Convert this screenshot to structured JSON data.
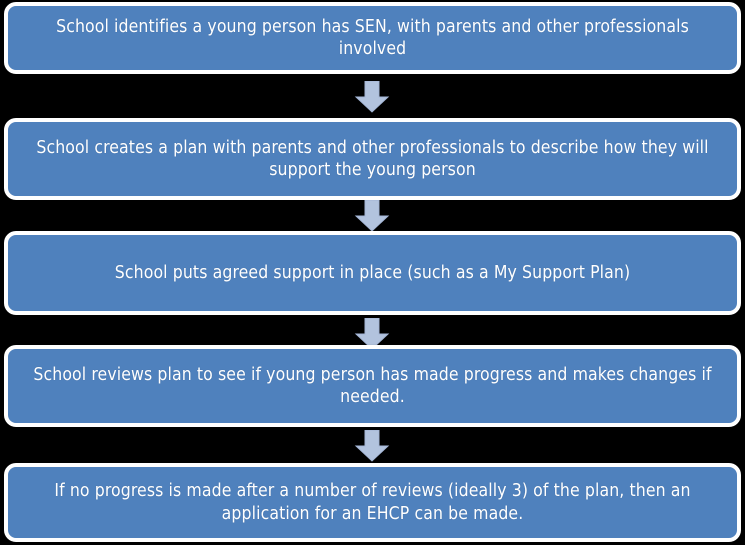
{
  "diagram": {
    "title": "SEN support process flowchart",
    "type": "flowchart",
    "orientation": "top-to-bottom",
    "colors": {
      "box_fill": "#4F81BD",
      "box_border": "#FFFFFF",
      "box_text": "#FFFFFF",
      "arrow_fill": "#B2C3DE",
      "arrow_border": "#9BAFD0",
      "background": "#000000"
    },
    "steps": [
      {
        "id": "step-identify-sen",
        "label": "School identifies a young person has SEN, with parents and other professionals involved"
      },
      {
        "id": "step-create-plan",
        "label": "School creates a plan with parents and other professionals to describe how they will support the young person"
      },
      {
        "id": "step-put-support-in-place",
        "label": "School puts agreed support in place (such as a My Support Plan)"
      },
      {
        "id": "step-review-plan",
        "label": "School reviews plan to see if young person has made progress and makes changes if needed."
      },
      {
        "id": "step-apply-ehcp",
        "label": "If no progress is made after a number of reviews (ideally 3) of the plan, then an application for an EHCP can be made."
      }
    ],
    "connectors": [
      {
        "id": "connector-1",
        "icon": "down-arrow-icon",
        "from": "step-identify-sen",
        "to": "step-create-plan"
      },
      {
        "id": "connector-2",
        "icon": "down-arrow-icon",
        "from": "step-create-plan",
        "to": "step-put-support-in-place"
      },
      {
        "id": "connector-3",
        "icon": "down-arrow-icon",
        "from": "step-put-support-in-place",
        "to": "step-review-plan"
      },
      {
        "id": "connector-4",
        "icon": "down-arrow-icon",
        "from": "step-review-plan",
        "to": "step-apply-ehcp"
      }
    ]
  }
}
